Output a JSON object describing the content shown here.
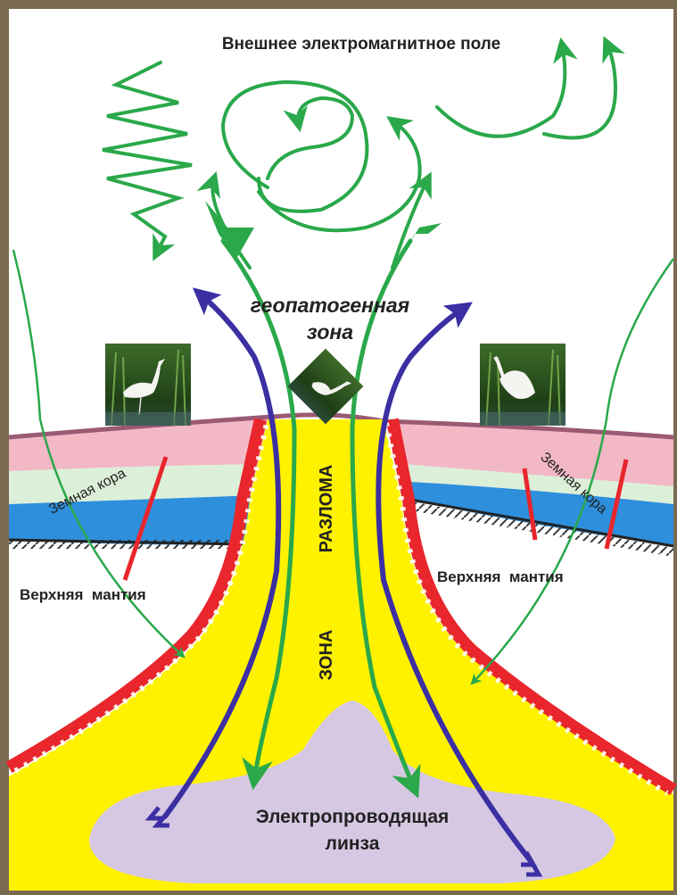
{
  "labels": {
    "outer_field": "Внешнее электромагнитное поле",
    "geopathogenic_zone": "геопатогенная",
    "zone": "зона",
    "earth_crust_left": "Земная кора",
    "earth_crust_right": "Земная кора",
    "upper_mantle_left": "Верхняя  мантия",
    "upper_mantle_right": "Верхняя  мантия",
    "fault_zone_word": "ЗОНА",
    "fault_word": "РАЗЛОМА",
    "lens_line1": "Электропроводящая",
    "lens_line2": "линза"
  },
  "colors": {
    "frame": "#7a6a52",
    "background": "#ffffff",
    "magma": "#fff200",
    "fault_border": "#e8262c",
    "lens": "#d6c8e2",
    "layer_pink": "#f2b8c6",
    "layer_pale_green": "#dcefd8",
    "layer_blue": "#2e8fdc",
    "surface_line": "#9b5a74",
    "field_green": "#2aa84a",
    "flow_blue": "#3b2fa3",
    "text": "#222222"
  },
  "icons": [
    "heron-photo-left",
    "heron-photo-center",
    "heron-photo-right"
  ]
}
